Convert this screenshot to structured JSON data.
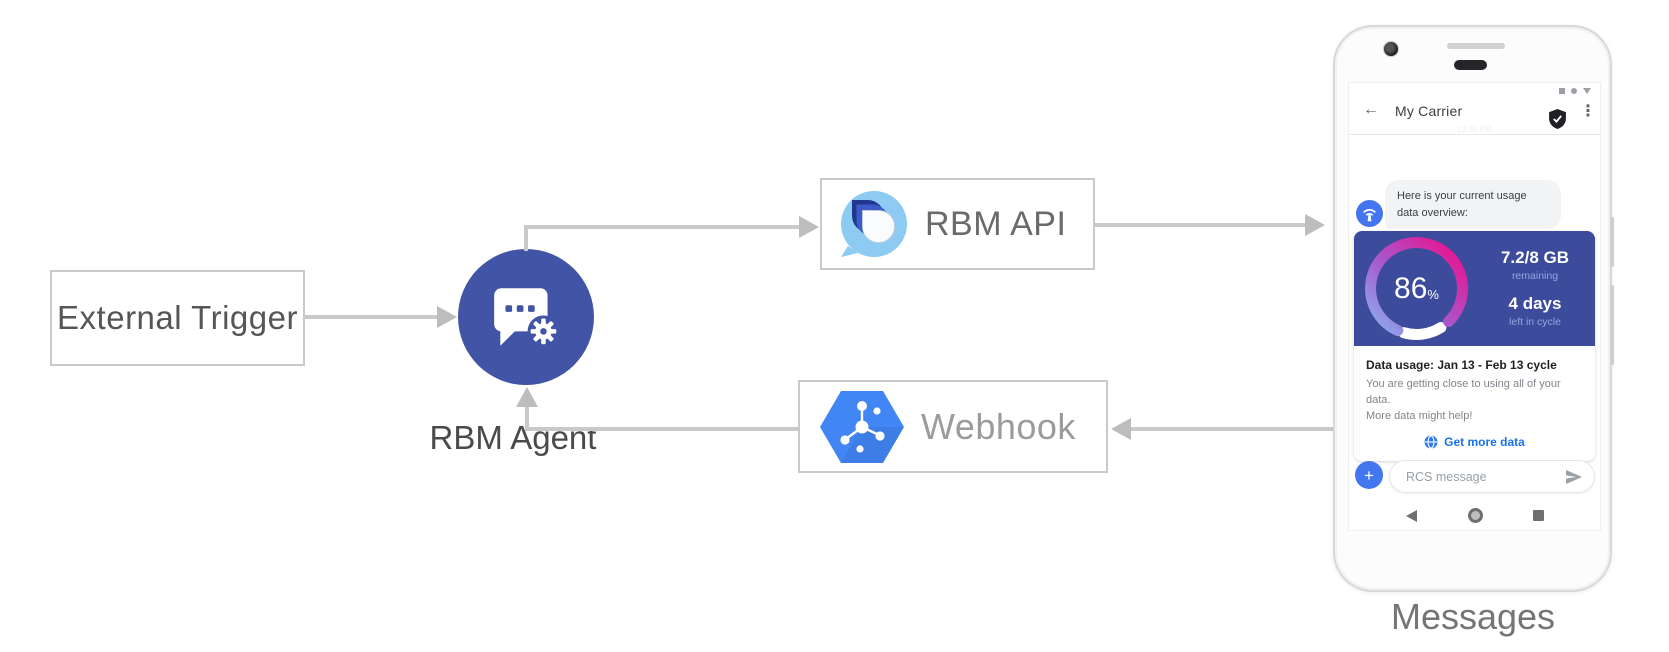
{
  "diagram": {
    "external_trigger": {
      "label": "External Trigger"
    },
    "rbm_agent": {
      "label": "RBM Agent"
    },
    "rbm_api": {
      "label": "RBM API"
    },
    "webhook": {
      "label": "Webhook"
    },
    "messages_caption": "Messages"
  },
  "phone": {
    "header": {
      "back_glyph": "←",
      "title": "My Carrier",
      "menu_glyph": "⋮",
      "timestamp": "12:30 PM"
    },
    "chat_bubble": {
      "line1": "Here is your current usage",
      "line2": "data overview:"
    },
    "usage_card": {
      "percent": "86",
      "percent_sign": "%",
      "remaining_value": "7.2/8 GB",
      "remaining_label": "remaining",
      "days_value": "4 days",
      "days_label": "left in cycle",
      "title": "Data usage: Jan 13 - Feb 13 cycle",
      "body_line1": "You are getting close to using all of your data.",
      "body_line2": "More data might help!",
      "action_label": "Get more data"
    },
    "composer": {
      "plus_glyph": "+",
      "placeholder": "RCS message"
    }
  },
  "colors": {
    "agent_circle": "#4254a6",
    "usage_card_bg": "#3c4b9c",
    "gauge_gradient": [
      "#8ab0ef",
      "#a957cd",
      "#f00c87"
    ],
    "avatar_blue": "#4376ee",
    "plus_button_blue": "#4377f0",
    "link_blue": "#1a73e8",
    "hexagon_blue": "#4285f4",
    "connector_gray": "#c9c9c9"
  }
}
